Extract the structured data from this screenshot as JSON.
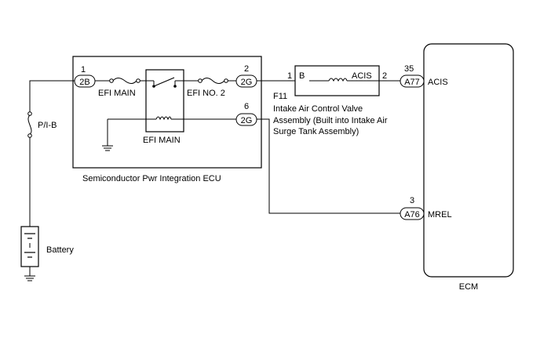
{
  "components": {
    "ecu": {
      "name": "Semiconductor Pwr Integration ECU"
    },
    "ecm": {
      "name": "ECM"
    },
    "valve": {
      "code": "F11",
      "name_lines": [
        "Intake Air Control Valve",
        "Assembly (Built into Intake Air",
        "Surge Tank Assembly)"
      ],
      "pin_b": "B",
      "pin_acis": "ACIS",
      "pin_1": "1",
      "pin_2": "2"
    },
    "battery": {
      "name": "Battery"
    },
    "fuse_pib": {
      "name": "P/I-B"
    },
    "fuse_efi_main": {
      "name": "EFI MAIN"
    },
    "fuse_efi_no2": {
      "name": "EFI NO. 2"
    },
    "relay_efi_main": {
      "name": "EFI MAIN"
    }
  },
  "connectors": {
    "c_2b": {
      "code": "2B",
      "pin": "1"
    },
    "c_2g_top": {
      "code": "2G",
      "pin": "2"
    },
    "c_2g_bottom": {
      "code": "2G",
      "pin": "6"
    },
    "c_a77": {
      "code": "A77",
      "pin": "35",
      "signal": "ACIS"
    },
    "c_a76": {
      "code": "A76",
      "pin": "3",
      "signal": "MREL"
    }
  }
}
